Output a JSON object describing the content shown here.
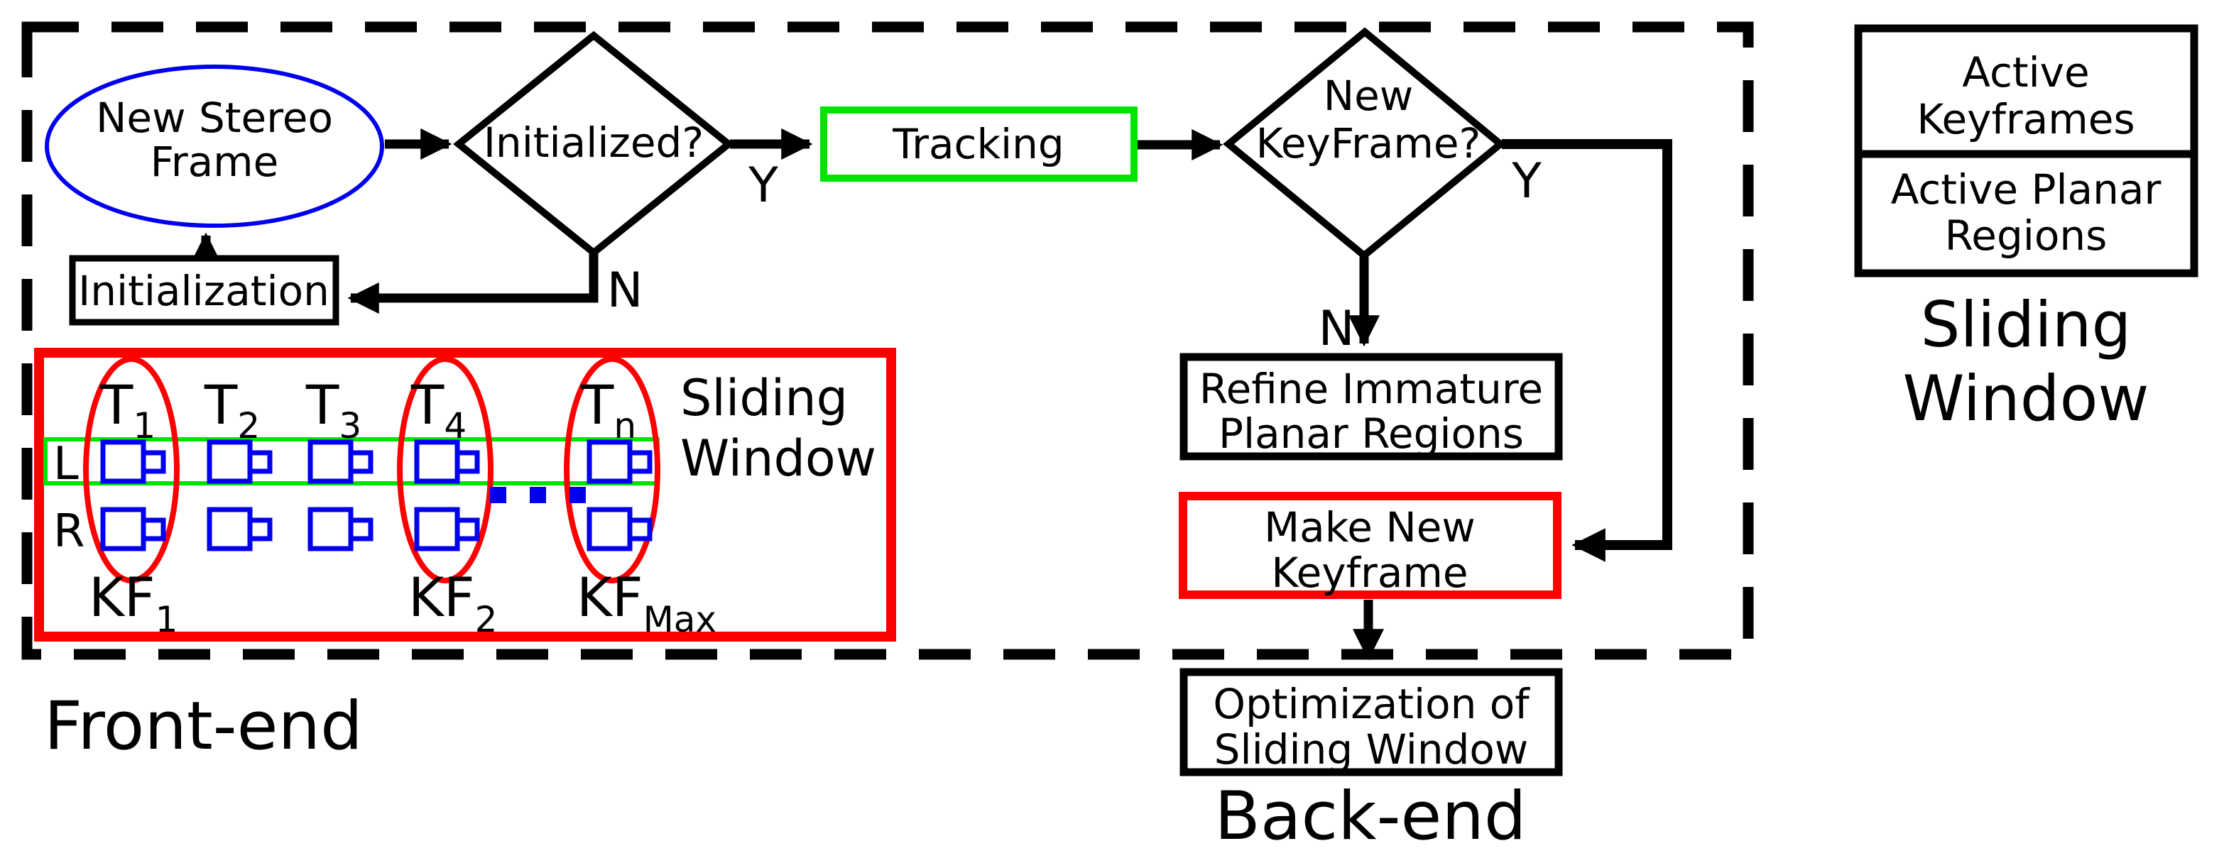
{
  "colors": {
    "blue": "#0000ee",
    "red": "#fd0000",
    "green": "#00e400",
    "black": "#000000"
  },
  "front_end": {
    "label": "Front-end"
  },
  "back_end": {
    "label": "Back-end"
  },
  "flow": {
    "new_stereo_frame": {
      "line1": "New Stereo",
      "line2": "Frame"
    },
    "initialized": {
      "label": "Initialized?",
      "yes": "Y",
      "no": "N"
    },
    "tracking": {
      "label": "Tracking"
    },
    "new_keyframe": {
      "line1": "New",
      "line2": "KeyFrame?",
      "yes": "Y",
      "no": "N"
    },
    "initialization": {
      "label": "Initialization"
    },
    "refine_planar": {
      "line1": "Refine Immature",
      "line2": "Planar Regions"
    },
    "make_new_keyframe": {
      "line1": "Make New",
      "line2": "Keyframe"
    },
    "optimization": {
      "line1": "Optimization of",
      "line2": "Sliding Window"
    }
  },
  "sliding_window": {
    "title": {
      "line1": "Sliding",
      "line2": "Window"
    },
    "rows": {
      "left": "L",
      "right": "R"
    },
    "frames": [
      {
        "base": "T",
        "sub": "1"
      },
      {
        "base": "T",
        "sub": "2"
      },
      {
        "base": "T",
        "sub": "3"
      },
      {
        "base": "T",
        "sub": "4"
      },
      {
        "base": "T",
        "sub": "n"
      }
    ],
    "keyframes": [
      {
        "base": "KF",
        "sub": "1"
      },
      {
        "base": "KF",
        "sub": "2"
      },
      {
        "base": "KF",
        "sub": "Max"
      }
    ]
  },
  "legend": {
    "active_keyframes": {
      "line1": "Active",
      "line2": "Keyframes"
    },
    "active_planar_regions": {
      "line1": "Active Planar",
      "line2": "Regions"
    },
    "caption": {
      "line1": "Sliding",
      "line2": "Window"
    }
  }
}
